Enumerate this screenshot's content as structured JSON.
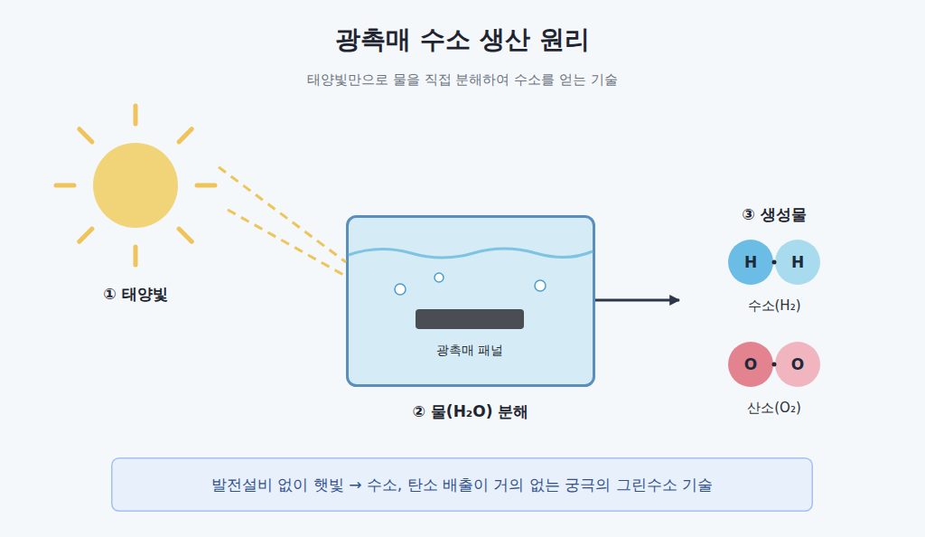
{
  "diagram": {
    "title": "광촉매 수소 생산 원리",
    "nodes": [
      {
        "text": [
          "① 태양빛"
        ]
      },
      {
        "text": [
          "② 물(H₂O) 분해"
        ]
      },
      {
        "text": [
          "광촉매 패널"
        ],
        "in": 1
      },
      {
        "text": [
          "③ 생성물"
        ]
      },
      {
        "text": [
          "수소(H₂)"
        ],
        "in": 3
      },
      {
        "text": [
          "H"
        ],
        "in": 4
      },
      {
        "text": [
          "H"
        ],
        "in": 4
      },
      {
        "text": [
          "산소(O₂)"
        ],
        "in": 3
      },
      {
        "text": [
          "O"
        ],
        "in": 7
      },
      {
        "text": [
          "O"
        ],
        "in": 7
      },
      {
        "text": [
          "발전설비 없이 햇빛 → 수소, 탄소 배출이 거의 없는 궁극의 그린수소 기술"
        ]
      }
    ],
    "edges": [
      {
        "from": 0,
        "to": 1,
        "arrow": "none"
      },
      {
        "from": 1,
        "to": 3,
        "arrow": "to"
      }
    ],
    "labels": [
      "태양빛만으로 물을 직접 분해하여 수소를 얻는 기술"
    ]
  }
}
